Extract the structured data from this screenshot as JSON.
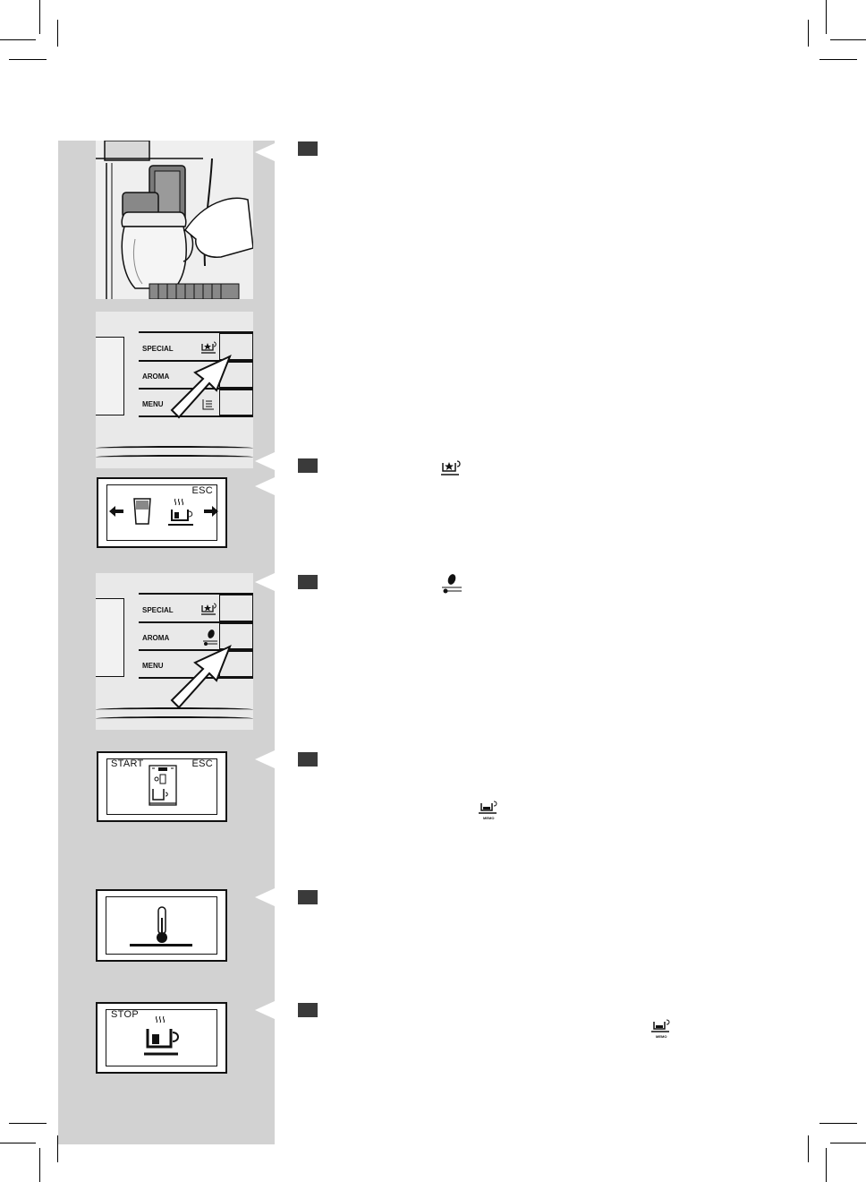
{
  "panel_buttons": {
    "special": "SPECIAL",
    "aroma": "AROMA",
    "menu": "MENU"
  },
  "screens": {
    "select": {
      "esc": "ESC"
    },
    "programming": {
      "start": "START",
      "esc": "ESC"
    },
    "dispensing": {
      "stop": "STOP"
    }
  },
  "icons": {
    "memo_label": "MEMO",
    "special": "special-beverage-icon",
    "aroma": "aroma-bean-icon",
    "memo": "memo-cup-icon",
    "thermometer": "thermometer-icon"
  },
  "colors": {
    "sidebar": "#d2d2d2",
    "step_marker": "#3a3a3a"
  }
}
